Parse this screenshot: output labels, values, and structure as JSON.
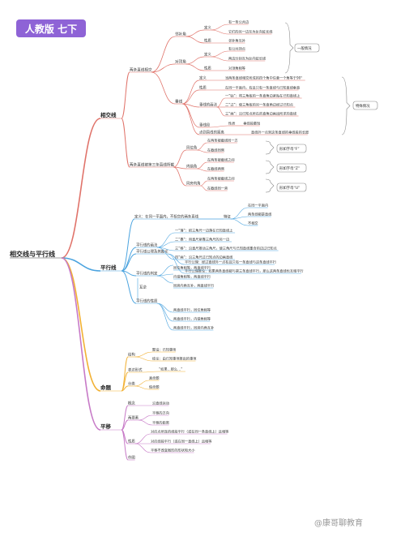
{
  "badge": "人教版 七下",
  "watermark": "@康哥聊教育",
  "colors": {
    "root": "#444444",
    "b1": "#e0736a",
    "b2": "#4aa3df",
    "b3": "#f2b134",
    "b4": "#c77ac7",
    "badge": "#8e63d6",
    "bracket": "#888888"
  },
  "root": "相交线与平行线",
  "branches": [
    {
      "key": "b1",
      "label": "相交线",
      "children": [
        {
          "label": "两条直线相交",
          "children": [
            {
              "label": "邻补角",
              "children": [
                {
                  "label": "定义",
                  "children": [
                    {
                      "label": "有一条公共边"
                    },
                    {
                      "label": "它们的另一边互为反向延长线"
                    }
                  ]
                },
                {
                  "label": "性质",
                  "children": [
                    {
                      "label": "邻补角互补"
                    }
                  ]
                }
              ]
            },
            {
              "label": "对顶角",
              "children": [
                {
                  "label": "定义",
                  "children": [
                    {
                      "label": "有公共顶点"
                    },
                    {
                      "label": "两边分别互为反向延长线"
                    }
                  ]
                },
                {
                  "label": "性质",
                  "children": [
                    {
                      "label": "对顶角相等"
                    }
                  ]
                }
              ]
            },
            {
              "label": "垂线",
              "children": [
                {
                  "label": "定义",
                  "children": [
                    {
                      "label": "当两条直线相交所成的四个角中任意一个角等于90°"
                    }
                  ]
                },
                {
                  "label": "性质",
                  "children": [
                    {
                      "label": "在同一平面内，有且只有一条直线与已知直线垂直"
                    }
                  ]
                },
                {
                  "label": "垂线的画法",
                  "children": [
                    {
                      "label": "一“贴”：将三角板的一条直角边紧贴在已知直线上"
                    },
                    {
                      "label": "二“过”：使三角板的另一条直角边经过已知点"
                    },
                    {
                      "label": "三“画”：沿已知点所在的直角边画出所求的直线"
                    }
                  ]
                },
                {
                  "label": "垂线段",
                  "children": [
                    {
                      "label": "性质",
                      "children": [
                        {
                          "label": "垂线段最短"
                        }
                      ]
                    }
                  ]
                },
                {
                  "label": "点到直线的距离",
                  "children": [
                    {
                      "label": "直线外一点到这条直线的垂线段的长度"
                    }
                  ]
                }
              ]
            }
          ]
        },
        {
          "label": "两条直线被第三条直线所截",
          "children": [
            {
              "label": "同位角",
              "children": [
                {
                  "label": "在两条被截线同一方"
                },
                {
                  "label": "在截线同侧"
                }
              ]
            },
            {
              "label": "内错角",
              "children": [
                {
                  "label": "在两条被截线之间"
                },
                {
                  "label": "在截线两侧"
                }
              ]
            },
            {
              "label": "同旁内角",
              "children": [
                {
                  "label": "在两条被截线之间"
                },
                {
                  "label": "在截线同一旁"
                }
              ]
            }
          ]
        }
      ],
      "notes": [
        {
          "label": "一般情况"
        },
        {
          "label": "特殊情况"
        },
        {
          "label": "形如字母“F”"
        },
        {
          "label": "形如字母“Z”"
        },
        {
          "label": "形如字母“U”"
        }
      ]
    },
    {
      "key": "b2",
      "label": "平行线",
      "children": [
        {
          "label": "定义：在同一平面内，不相交的两条直线",
          "children": [
            {
              "label": "特征",
              "children": [
                {
                  "label": "在同一平面内"
                },
                {
                  "label": "两条线都是直线"
                },
                {
                  "label": "不相交"
                }
              ]
            }
          ]
        },
        {
          "label": "平行线的画法",
          "children": [
            {
              "label": "一“落”：把三角尺一边落在已知直线上"
            },
            {
              "label": "二“靠”：用直尺紧靠三角尺的另一边"
            },
            {
              "label": "三“移”：沿直尺推动三角尺，使三角尺与已知直线重合的边过已知点"
            },
            {
              "label": "四“画”：沿三角尺过已知点的边画直线"
            }
          ]
        },
        {
          "label": "平行线公理及其推论",
          "children": [
            {
              "label": "平行公理：经过直线外一点有且只有一条直线与这条直线平行"
            },
            {
              "label": "平行公理推论：如果两条直线都与第三条直线平行，那么这两条直线也互相平行"
            }
          ]
        },
        {
          "label": "平行线的判定",
          "children": [
            {
              "label": "同位角相等，两直线平行"
            },
            {
              "label": "内错角相等，两直线平行"
            },
            {
              "label": "同旁内角互补，两直线平行"
            }
          ]
        },
        {
          "label": "互逆",
          "children": []
        },
        {
          "label": "平行线的性质",
          "children": [
            {
              "label": "两直线平行，同位角相等"
            },
            {
              "label": "两直线平行，内错角相等"
            },
            {
              "label": "两直线平行，同旁内角互补"
            }
          ]
        }
      ]
    },
    {
      "key": "b3",
      "label": "命题",
      "children": [
        {
          "label": "结构",
          "children": [
            {
              "label": "题设：已知事项"
            },
            {
              "label": "结论：由已知事项推出的事项"
            }
          ]
        },
        {
          "label": "表达形式",
          "children": [
            {
              "label": "“如果…那么…”"
            }
          ]
        },
        {
          "label": "分类",
          "children": [
            {
              "label": "真命题"
            },
            {
              "label": "假命题"
            }
          ]
        }
      ]
    },
    {
      "key": "b4",
      "label": "平移",
      "children": [
        {
          "label": "概念",
          "children": [
            {
              "label": "沿直线运动"
            }
          ]
        },
        {
          "label": "两要素",
          "children": [
            {
              "label": "平移的方向"
            },
            {
              "label": "平移的距离"
            }
          ]
        },
        {
          "label": "性质",
          "children": [
            {
              "label": "对应点所连的线段平行（或在同一条直线上）且相等"
            },
            {
              "label": "对应线段平行（或在同一直线上）且相等"
            },
            {
              "label": "平移不改变图形的形状和大小"
            }
          ]
        },
        {
          "label": "作图",
          "children": []
        }
      ]
    }
  ]
}
